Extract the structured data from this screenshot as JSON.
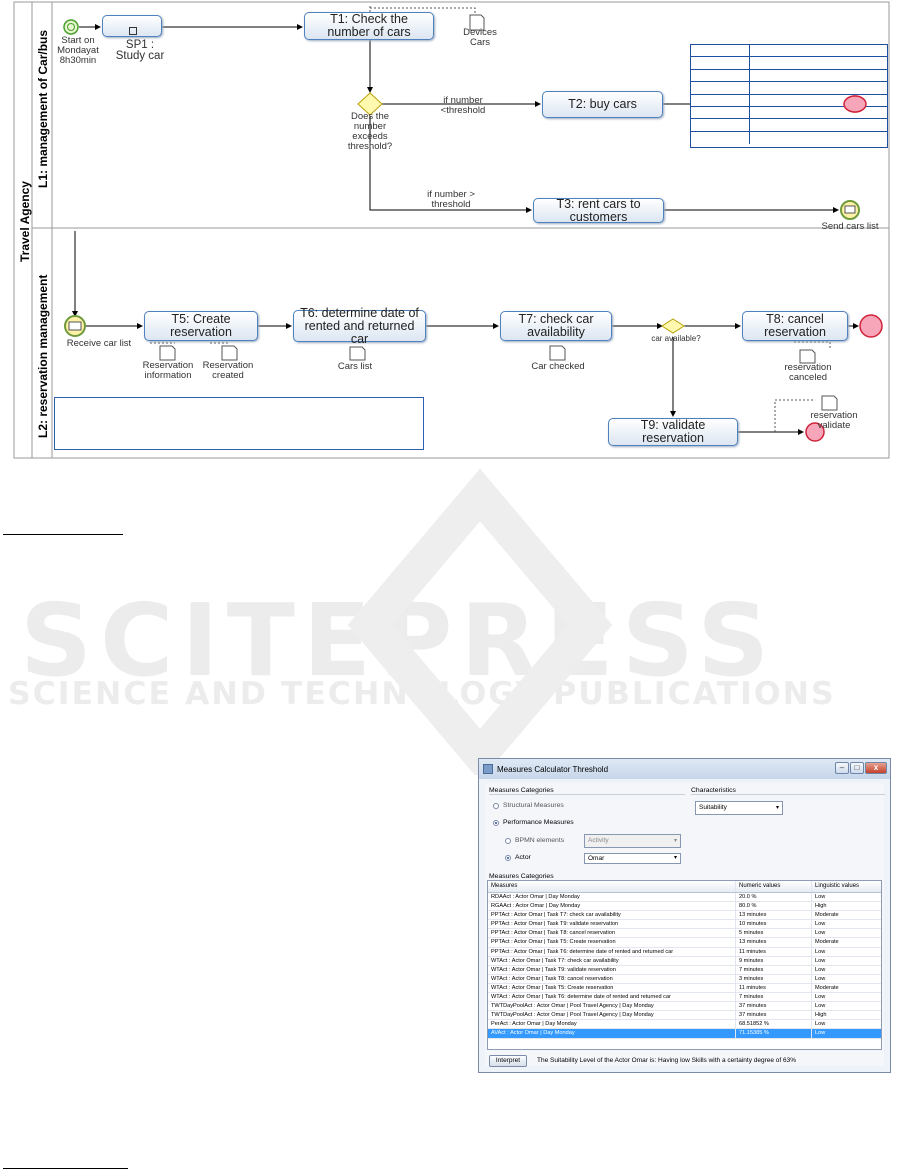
{
  "diagram": {
    "pool_title": "Travel Agency",
    "lane1_title": "L1: management of Car/bus",
    "lane2_title": "L2: reservation management",
    "start_label": "Start on Mondayat 8h30min",
    "sp1_label": "SP1 : Study car",
    "t1": "T1: Check the number of cars",
    "devices_cars": "Devices Cars",
    "gateway1_label": "Does the number exceeds threshold?",
    "cond_less": "if number <threshold",
    "t2": "T2: buy cars",
    "cond_greater": "if number > threshold",
    "t3": "T3: rent cars to customers",
    "send_cars_list": "Send cars list",
    "receive_car_list": "Receive car list",
    "t5": "T5: Create reservation",
    "reservation_information": "Reservation information",
    "reservation_created": "Reservation created",
    "t6": "T6: determine date of rented and returned car",
    "cars_list": "Cars list",
    "t7": "T7: check car availability",
    "car_checked": "Car checked",
    "car_available": "car available?",
    "t8": "T8: cancel reservation",
    "reservation_canceled": "reservation canceled",
    "t9": "T9: validate reservation",
    "reservation_validate": "reservation validate"
  },
  "watermark": {
    "line1": "SCITEPRESS",
    "line2": "SCIENCE AND TECHNOLOGY PUBLICATIONS"
  },
  "dialog": {
    "title": "Measures Calculator Threshold",
    "min_glyph": "–",
    "max_glyph": "□",
    "close_glyph": "x",
    "measures_categories_label": "Measures Categories",
    "structural_label": "Structural Measures",
    "performance_label": "Performance Measures",
    "bpmn_label": "BPMN elements",
    "bpmn_value": "Activity",
    "actor_label": "Actor",
    "actor_value": "Omar",
    "characteristics_label": "Characteristics",
    "characteristics_value": "Suitability",
    "table_section_label": "Measures Categories",
    "col_measures": "Measures",
    "col_numeric": "Numeric values",
    "col_linguistic": "Linguistic values",
    "rows": [
      {
        "m": "RDAAct : Actor Omar | Day Monday",
        "n": "20.0 %",
        "l": "Low"
      },
      {
        "m": "RGAAct : Actor Omar | Day Monday",
        "n": "80.0 %",
        "l": "High"
      },
      {
        "m": "PPTAct : Actor Omar | Task T7: check car availability",
        "n": "13 minutes",
        "l": "Moderate"
      },
      {
        "m": "PPTAct : Actor Omar | Task T9: validate reservation",
        "n": "10 minutes",
        "l": "Low"
      },
      {
        "m": "PPTAct : Actor Omar | Task T8: cancel reservation",
        "n": "5 minutes",
        "l": "Low"
      },
      {
        "m": "PPTAct : Actor Omar | Task T5: Create reservation",
        "n": "13 minutes",
        "l": "Moderate"
      },
      {
        "m": "PPTAct : Actor Omar | Task T6: determine date of rented and returned car",
        "n": "11 minutes",
        "l": "Low"
      },
      {
        "m": "WTAct : Actor Omar | Task T7: check car availability",
        "n": "9 minutes",
        "l": "Low"
      },
      {
        "m": "WTAct : Actor Omar | Task T9: validate reservation",
        "n": "7 minutes",
        "l": "Low"
      },
      {
        "m": "WTAct : Actor Omar | Task T8: cancel reservation",
        "n": "3 minutes",
        "l": "Low"
      },
      {
        "m": "WTAct : Actor Omar | Task T5: Create reservation",
        "n": "11 minutes",
        "l": "Moderate"
      },
      {
        "m": "WTAct : Actor Omar | Task T6: determine date of rented and returned car",
        "n": "7 minutes",
        "l": "Low"
      },
      {
        "m": "TWTDayPoolAct : Actor Omar | Pool Travel Agency | Day Monday",
        "n": "37 minutes",
        "l": "Low"
      },
      {
        "m": "TWTDayPoolAct : Actor Omar | Pool Travel Agency | Day Monday",
        "n": "37 minutes",
        "l": "High"
      },
      {
        "m": "PerAct : Actor Omar | Day Monday",
        "n": "68.51852 %",
        "l": "Low"
      },
      {
        "m": "AVAct : Actor Omar | Day Monday",
        "n": "71.15385 %",
        "l": "Low"
      }
    ],
    "interpret_label": "Interpret",
    "result_text": "The Suitability Level of the Actor Omar is: Having low Skills with a certainty degree of 63%"
  }
}
